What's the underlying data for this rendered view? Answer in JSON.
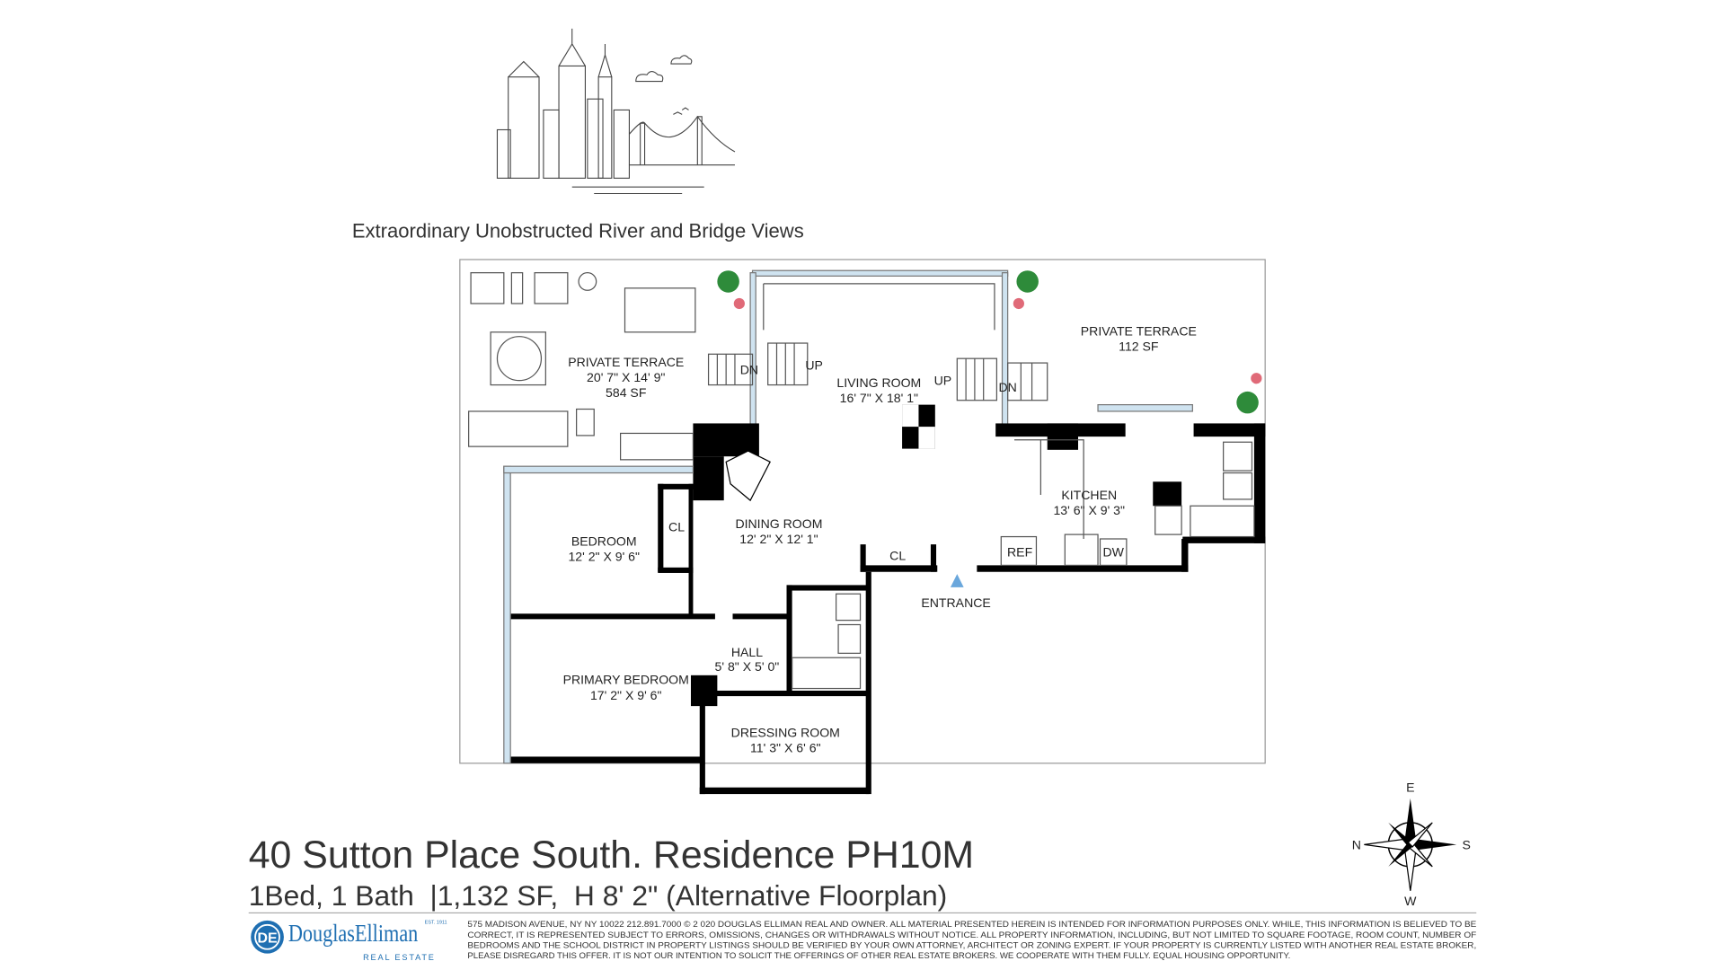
{
  "header": {
    "views_caption": "Extraordinary Unobstructed River and Bridge Views"
  },
  "rooms": [
    {
      "name": "PRIVATE TERRACE",
      "dims": "20' 7\" X 14' 9\"",
      "area": "584 SF"
    },
    {
      "name": "PRIVATE TERRACE",
      "area": "112 SF"
    },
    {
      "name": "LIVING ROOM",
      "dims": "16' 7\" X 18' 1\""
    },
    {
      "name": "KITCHEN",
      "dims": "13' 6\" X 9' 3\""
    },
    {
      "name": "DINING ROOM",
      "dims": "12' 2\" X 12' 1\""
    },
    {
      "name": "BEDROOM",
      "dims": "12' 2\" X 9' 6\""
    },
    {
      "name": "HALL",
      "dims": "5' 8\" X 5' 0\""
    },
    {
      "name": "PRIMARY BEDROOM",
      "dims": "17' 2\" X 9' 6\""
    },
    {
      "name": "DRESSING ROOM",
      "dims": "11' 3\" X 6' 6\""
    }
  ],
  "fixtures": {
    "closet": "CL",
    "ref": "REF",
    "dw": "DW",
    "up": "UP",
    "dn": "DN",
    "entrance": "ENTRANCE"
  },
  "compass": {
    "top": "E",
    "right": "S",
    "bottom": "W",
    "left": "N"
  },
  "listing": {
    "title": "40 Sutton Place South. Residence PH10M",
    "subtitle": "1Bed, 1 Bath  |1,132 SF,  H 8' 2\" (Alternative Floorplan)"
  },
  "footer": {
    "logo": "DouglasElliman",
    "logo_est": "EST. 1911",
    "logo_sub": "REAL ESTATE",
    "disclaimer": [
      "575 MADISON AVENUE, NY NY 10022 212.891.7000 © 2 020 DOUGLAS ELLIMAN REAL AND OWNER. ALL MATERIAL PRESENTED HEREIN IS INTENDED FOR INFORMATION PURPOSES ONLY. WHILE, THIS INFORMATION IS BELIEVED TO BE",
      "CORRECT, IT IS REPRESENTED SUBJECT TO ERRORS, OMISSIONS, CHANGES OR WITHDRAWALS WITHOUT NOTICE. ALL PROPERTY INFORMATION, INCLUDING, BUT NOT LIMITED TO SQUARE FOOTAGE, ROOM COUNT, NUMBER OF",
      "BEDROOMS AND THE SCHOOL DISTRICT IN PROPERTY LISTINGS SHOULD BE VERIFIED BY YOUR OWN ATTORNEY, ARCHITECT OR ZONING EXPERT. IF YOUR PROPERTY IS CURRENTLY LISTED WITH ANOTHER REAL ESTATE BROKER,",
      "PLEASE DISREGARD THIS OFFER. IT IS NOT OUR INTENTION TO SOLICIT THE OFFERINGS OF OTHER REAL ESTATE BROKERS. WE COOPERATE WITH THEM FULLY. EQUAL HOUSING OPPORTUNITY."
    ]
  },
  "colors": {
    "logo_blue": "#1f6fb2",
    "window_blue": "#cfe3f0",
    "entrance_marker": "#6aa7dc",
    "plant_green": "#2e8b3a",
    "flower_pink": "#e06a78"
  }
}
